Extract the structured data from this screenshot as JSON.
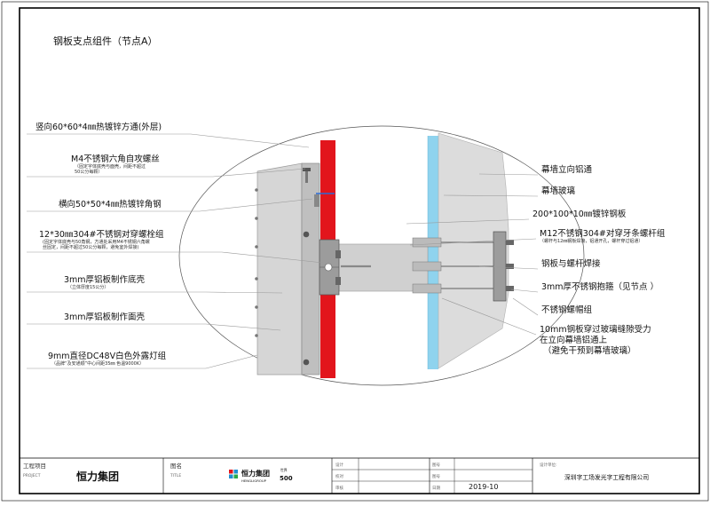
{
  "title": "钢板支点组件（节点A）",
  "colors": {
    "red_tube": "#e2151c",
    "glass": "#8fd3ee",
    "aluminum": "#d2d2d2",
    "aluminum_dark": "#b5b5b5",
    "leader": "#9a9a9a",
    "text": "#111111"
  },
  "left_labels": [
    {
      "text": "竖向60*60*4㎜热镀锌方通(外层)",
      "notes": []
    },
    {
      "text": "M4不锈钢六角自攻螺丝",
      "notes": [
        "（固定字体底壳与面壳，间距不超过",
        "50公分每颗）"
      ]
    },
    {
      "text": "横向50*50*4㎜热镀锌角钢",
      "notes": []
    },
    {
      "text": "12*30㎜304#不锈钢对穿螺栓组",
      "notes": [
        "(固定字体底壳与50角钢，方通处采用M4不锈钢六角螺",
        "丝固定，间距不超过50公分每颗，避免室外焊接)"
      ]
    },
    {
      "text": "3mm厚铝板制作底壳",
      "notes": [
        "（立体厚度15公分）"
      ]
    },
    {
      "text": "3mm厚铝板制作面壳",
      "notes": []
    },
    {
      "text": "9mm直径DC48V白色外露灯组",
      "notes": [
        "（品牌“及安通顺”中心间距35㎜ 色温9000K）"
      ]
    }
  ],
  "right_labels": [
    {
      "text": "幕墙立向铝通",
      "notes": []
    },
    {
      "text": "幕墙玻璃",
      "notes": []
    },
    {
      "text": "200*100*10㎜镀锌钢板",
      "notes": []
    },
    {
      "text": "M12不锈钢304#对穿牙条螺杆组",
      "notes": [
        "（螺杆与12㎜钢板焊接，铝通开孔，螺杆穿过铝通）"
      ]
    },
    {
      "text": "钢板与螺杆焊接",
      "notes": []
    },
    {
      "text": "3mm厚不锈钢抱箍（见节点 ）",
      "notes": []
    },
    {
      "text": "不锈钢螺帽组",
      "notes": []
    },
    {
      "text": "10mm钢板穿过玻璃缝隙受力",
      "notes": [
        "在立向幕墙铝通上",
        "（避免干预到幕墙玻璃）"
      ]
    }
  ],
  "title_block": {
    "project_label": "工程项目",
    "project_label_en": "PROJECT",
    "project_value": "恒力集团",
    "name_label": "图名",
    "name_label_en": "TITLE",
    "logo_cn": "恒力集团",
    "logo_en": "HENGLIGROUP",
    "logo_badge_top": "世界",
    "logo_badge_num": "500",
    "rows": [
      "设计",
      "校对",
      "审核"
    ],
    "mid_rows": [
      "图号",
      "图号",
      "日期"
    ],
    "date": "2019-10",
    "design_unit_label": "设计单位:",
    "design_unit": "深圳字工场发光字工程有限公司"
  }
}
